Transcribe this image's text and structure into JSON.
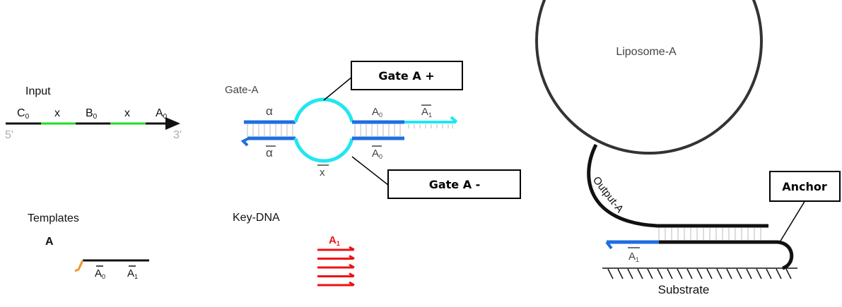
{
  "panels": {
    "input": {
      "title": "Input",
      "segments": [
        {
          "label": "C",
          "sub": "0",
          "color": "#111111"
        },
        {
          "label": "x",
          "sub": "",
          "color": "#22dd22"
        },
        {
          "label": "B",
          "sub": "0",
          "color": "#111111"
        },
        {
          "label": "x",
          "sub": "",
          "color": "#22dd22"
        },
        {
          "label": "A",
          "sub": "0",
          "color": "#111111"
        }
      ],
      "end5": "5'",
      "end3": "3'"
    },
    "templates": {
      "title": "Templates",
      "name": "A",
      "domains": [
        {
          "label": "A",
          "sub": "0",
          "bar": true
        },
        {
          "label": "A",
          "sub": "1",
          "bar": true
        }
      ],
      "primer_color": "#f0962a"
    },
    "gate": {
      "title": "Gate-A",
      "top_labels": [
        {
          "label": "α",
          "bar": false
        },
        {
          "label": "A",
          "sub": "0",
          "bar": false
        },
        {
          "label": "A",
          "sub": "1",
          "bar": true
        }
      ],
      "bottom_labels": [
        {
          "label": "α",
          "bar": true
        },
        {
          "label": "x",
          "bar": true
        },
        {
          "label": "A",
          "sub": "0",
          "bar": true
        }
      ],
      "duplex_color": "#1e6fe0",
      "loop_color": "#22e6f0",
      "callout_plus": "Gate A  +",
      "callout_minus": "Gate A -"
    },
    "key_dna": {
      "title": "Key-DNA",
      "label": "A",
      "sub": "1",
      "strand_count": 5,
      "color": "#ee1111"
    },
    "liposome": {
      "title": "Liposome-A",
      "output_label": "Output-A",
      "anchor_label": "Anchor",
      "substrate_label": "Substrate",
      "blue_label": "A",
      "blue_sub": "1",
      "blue_color": "#1e6fe0"
    }
  }
}
